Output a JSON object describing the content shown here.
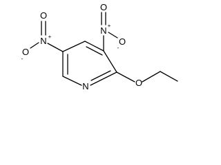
{
  "molecule": {
    "atoms": {
      "N_ring": "N",
      "O_ether": "O",
      "N_nitro_3": "N",
      "O_nitro_3_top": "O",
      "O_nitro_3_bottom": "O",
      "N_nitro_5": "N",
      "O_nitro_5_top": "O",
      "O_nitro_5_bottom": "O"
    },
    "charges": {
      "N_nitro_3": "+",
      "O_nitro_3_bottom": "-",
      "N_nitro_5": "+",
      "O_nitro_5_bottom": "-"
    },
    "colors": {
      "ink": "#000000",
      "background": "#ffffff"
    }
  }
}
